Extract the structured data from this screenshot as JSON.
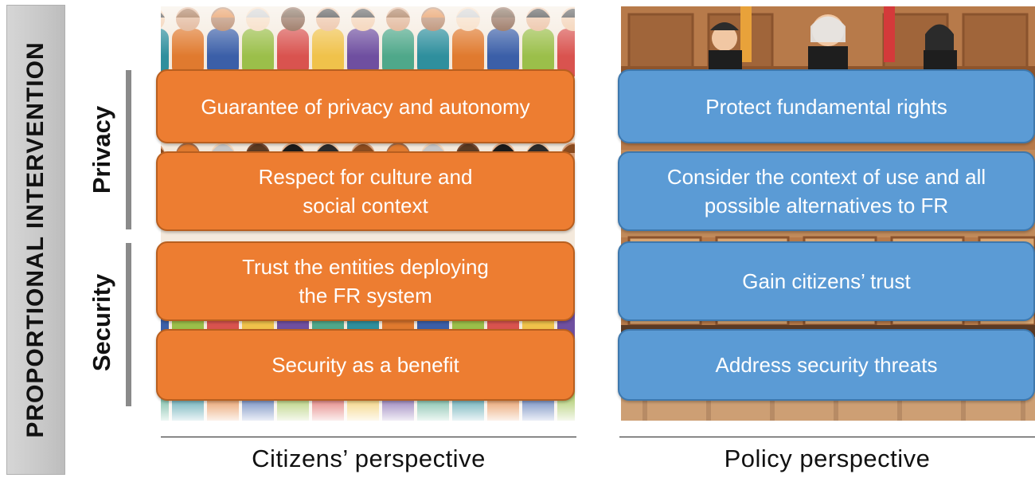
{
  "banner": {
    "text": "PROPORTIONAL INTERVENTION"
  },
  "sections": {
    "privacy": "Privacy",
    "security": "Security"
  },
  "citizens": {
    "caption": "Citizens’ perspective",
    "cards": [
      "Guarantee of privacy and autonomy",
      "Respect for culture and\nsocial context",
      "Trust the entities deploying\nthe FR system",
      "Security as a benefit"
    ]
  },
  "policy": {
    "caption": "Policy perspective",
    "cards": [
      "Protect fundamental rights",
      "Consider the context of use and all\npossible alternatives to FR",
      "Gain citizens’ trust",
      "Address security threats"
    ]
  },
  "colors": {
    "citizen_card": "#ed7d31",
    "policy_card": "#5b9bd5",
    "banner": "#c8c8c8",
    "bracket": "#8a8a8a"
  },
  "illustrations": {
    "left": "crowd-of-people-illustration",
    "right": "courtroom-judges-illustration"
  }
}
